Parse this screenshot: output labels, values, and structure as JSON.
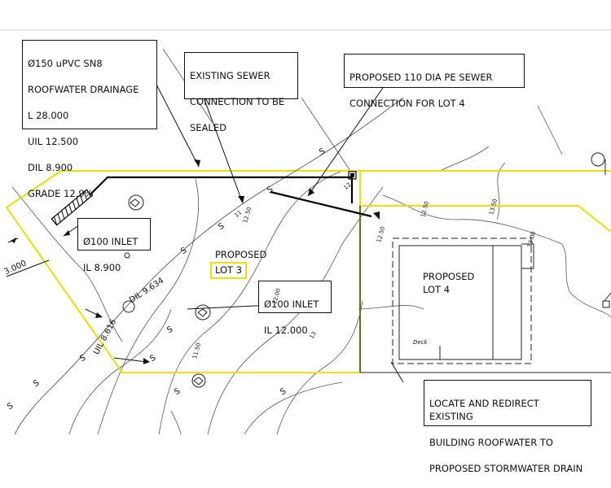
{
  "notes": {
    "roofwater": {
      "line1": "Ø150 uPVC SN8",
      "line2": "ROOFWATER DRAINAGE",
      "line3": "L  28.000",
      "line4": "UIL 12.500",
      "line5": "DIL 8.900",
      "line6": "GRADE 12.9%"
    },
    "existing_sewer": {
      "line1": "EXISTING SEWER",
      "line2": "CONNECTION TO BE",
      "line3": "SEALED"
    },
    "proposed_sewer": {
      "line1": "PROPOSED 110 DIA PE SEWER",
      "line2": "CONNECTION FOR LOT 4"
    },
    "inlet_a": {
      "line1": "Ø100 INLET",
      "line2": "IL 8.900"
    },
    "inlet_b": {
      "line1": "Ø100 INLET",
      "line2": "IL 12.000"
    },
    "redirect": {
      "line1": "LOCATE AND REDIRECT EXISTING",
      "line2": "BUILDING ROOFWATER TO",
      "line3": "PROPOSED STORMWATER DRAIN"
    }
  },
  "labels": {
    "lot3_line1": "PROPOSED",
    "lot3_line2": "LOT 3",
    "lot4_line1": "PROPOSED",
    "lot4_line2": "LOT 4",
    "deck": "Deck",
    "dim_3000": "3.000",
    "dil": "DIL 9.634",
    "uil": "UIL 8.616",
    "sewer_mark": "S",
    "contour_11": "11",
    "contour_12": "12",
    "contour_13": "13",
    "contour_1250": "12.50",
    "contour_1250b": "12.50",
    "contour_1350": "13.50",
    "contour_1150": "11.50",
    "contour_1200": "12.00",
    "contour_1250c": "12.50",
    "contour_1300": "13.00"
  },
  "colors": {
    "boundary": "#e8e000",
    "linework": "#111111",
    "drain": "#000000"
  }
}
